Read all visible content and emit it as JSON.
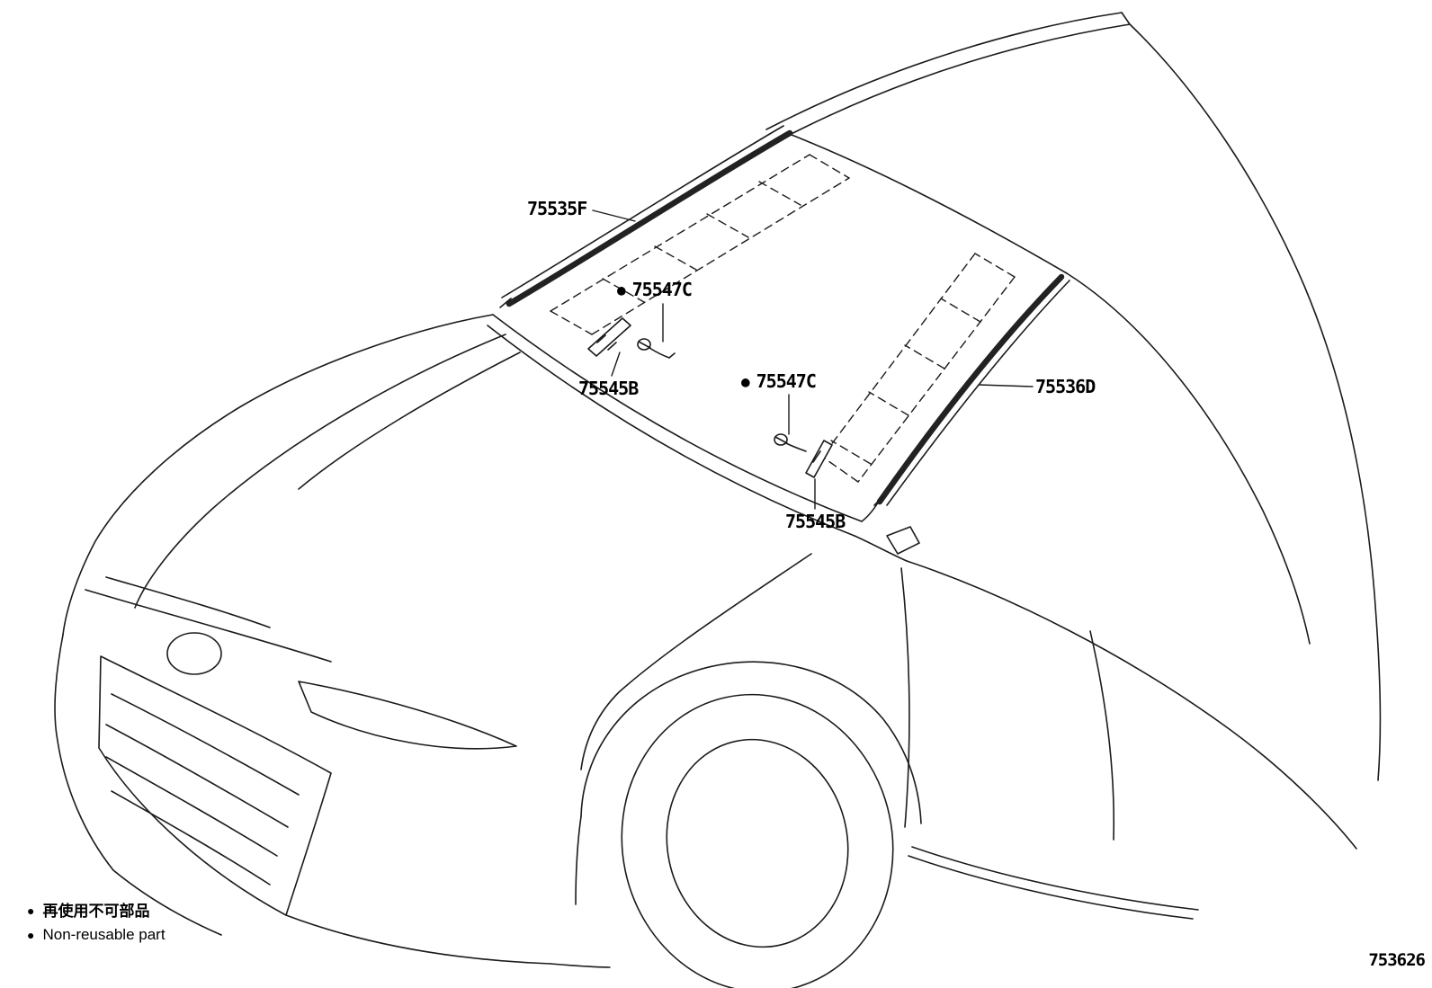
{
  "labels": {
    "moulding_left": "75535F",
    "moulding_right": "75536D",
    "moulding_piece": "75545B",
    "clip": "75547C"
  },
  "legend": {
    "bullet": "●",
    "jp": "再使用不可部品",
    "en": "Non-reusable part"
  },
  "footer": {
    "diagram_number": "753626"
  }
}
